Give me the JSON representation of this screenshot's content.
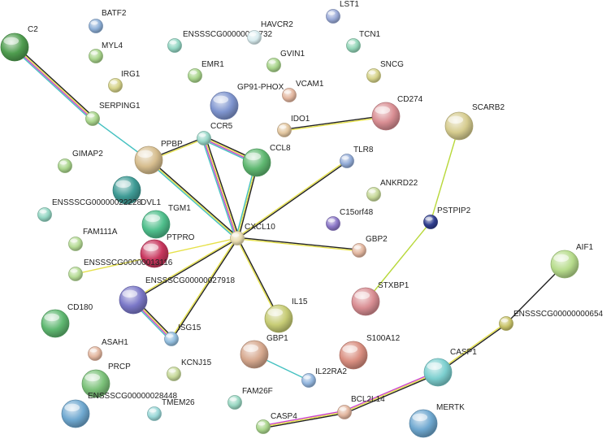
{
  "network": {
    "nodes": [
      {
        "id": "C2",
        "label": "C2",
        "color": "#4f9d4f",
        "big": true
      },
      {
        "id": "BATF2",
        "label": "BATF2",
        "color": "#8eb0d8",
        "big": false
      },
      {
        "id": "MYL4",
        "label": "MYL4",
        "color": "#a9d58c",
        "big": false
      },
      {
        "id": "IRG1",
        "label": "IRG1",
        "color": "#d6d38a",
        "big": false
      },
      {
        "id": "SERPING1",
        "label": "SERPING1",
        "color": "#a9d58c",
        "big": false
      },
      {
        "id": "ENSSSCG00000022732",
        "label": "ENSSSCG00000022732",
        "color": "#93d6c3",
        "big": false
      },
      {
        "id": "HAVCR2",
        "label": "HAVCR2",
        "color": "#d8ecef",
        "big": false
      },
      {
        "id": "LST1",
        "label": "LST1",
        "color": "#9aaad8",
        "big": false
      },
      {
        "id": "TCN1",
        "label": "TCN1",
        "color": "#93d6b8",
        "big": false
      },
      {
        "id": "EMR1",
        "label": "EMR1",
        "color": "#a9d58c",
        "big": false
      },
      {
        "id": "GVIN1",
        "label": "GVIN1",
        "color": "#a9d58c",
        "big": false
      },
      {
        "id": "SNCG",
        "label": "SNCG",
        "color": "#d6d38a",
        "big": false
      },
      {
        "id": "GP91-PHOX",
        "label": "GP91-PHOX",
        "color": "#7f95cf",
        "big": true
      },
      {
        "id": "VCAM1",
        "label": "VCAM1",
        "color": "#e3b7a0",
        "big": false
      },
      {
        "id": "CD274",
        "label": "CD274",
        "color": "#d98e93",
        "big": true
      },
      {
        "id": "IDO1",
        "label": "IDO1",
        "color": "#e3c7a0",
        "big": false
      },
      {
        "id": "SCARB2",
        "label": "SCARB2",
        "color": "#d6cc8f",
        "big": true
      },
      {
        "id": "CCR5",
        "label": "CCR5",
        "color": "#9ad8c9",
        "big": false
      },
      {
        "id": "PPBP",
        "label": "PPBP",
        "color": "#d6bd8e",
        "big": true
      },
      {
        "id": "CCL8",
        "label": "CCL8",
        "color": "#5fb871",
        "big": true
      },
      {
        "id": "GIMAP2",
        "label": "GIMAP2",
        "color": "#a9d58c",
        "big": false
      },
      {
        "id": "DVL1",
        "label": "DVL1",
        "color": "#3f9c96",
        "big": true
      },
      {
        "id": "TLR8",
        "label": "TLR8",
        "color": "#93acd8",
        "big": false
      },
      {
        "id": "ANKRD22",
        "label": "ANKRD22",
        "color": "#c7d99a",
        "big": false
      },
      {
        "id": "ENSSSCG00000022228",
        "label": "ENSSSCG00000022228",
        "color": "#93d6c3",
        "big": false
      },
      {
        "id": "TGM1",
        "label": "TGM1",
        "color": "#4fbf8c",
        "big": true
      },
      {
        "id": "C15orf48",
        "label": "C15orf48",
        "color": "#8c78c8",
        "big": false
      },
      {
        "id": "PSTPIP2",
        "label": "PSTPIP2",
        "color": "#2f3e8f",
        "big": false
      },
      {
        "id": "CXCL10",
        "label": "CXCL10",
        "color": "#e8dcb0",
        "big": false
      },
      {
        "id": "FAM111A",
        "label": "FAM111A",
        "color": "#b7dc97",
        "big": false
      },
      {
        "id": "PTPRO",
        "label": "PTPRO",
        "color": "#c8365d",
        "big": true
      },
      {
        "id": "GBP2",
        "label": "GBP2",
        "color": "#e3b7a0",
        "big": false
      },
      {
        "id": "AIF1",
        "label": "AIF1",
        "color": "#b7dc8c",
        "big": true
      },
      {
        "id": "ENSSSCG00000013116",
        "label": "ENSSSCG00000013116",
        "color": "#b7dc97",
        "big": false
      },
      {
        "id": "ENSSSCG00000027918",
        "label": "ENSSSCG00000027918",
        "color": "#7b78c8",
        "big": true
      },
      {
        "id": "STXBP1",
        "label": "STXBP1",
        "color": "#d98e93",
        "big": true
      },
      {
        "id": "CD180",
        "label": "CD180",
        "color": "#5fb871",
        "big": true
      },
      {
        "id": "IL15",
        "label": "IL15",
        "color": "#c7cc75",
        "big": true
      },
      {
        "id": "ENSSSCG00000000654",
        "label": "ENSSSCG00000000654",
        "color": "#c9c46a",
        "big": false
      },
      {
        "id": "ISG15",
        "label": "ISG15",
        "color": "#93bede",
        "big": false
      },
      {
        "id": "ASAH1",
        "label": "ASAH1",
        "color": "#e3b7a0",
        "big": false
      },
      {
        "id": "GBP1",
        "label": "GBP1",
        "color": "#d6a88e",
        "big": true
      },
      {
        "id": "S100A12",
        "label": "S100A12",
        "color": "#d98e80",
        "big": true
      },
      {
        "id": "CASP1",
        "label": "CASP1",
        "color": "#7ccfcf",
        "big": true
      },
      {
        "id": "PRCP",
        "label": "PRCP",
        "color": "#7cc27a",
        "big": true
      },
      {
        "id": "KCNJ15",
        "label": "KCNJ15",
        "color": "#c7d99a",
        "big": false
      },
      {
        "id": "IL22RA2",
        "label": "IL22RA2",
        "color": "#93b6de",
        "big": false
      },
      {
        "id": "ENSSSCG00000028448",
        "label": "ENSSSCG00000028448",
        "color": "#6fa8d0",
        "big": true
      },
      {
        "id": "TMEM26",
        "label": "TMEM26",
        "color": "#9ad8d8",
        "big": false
      },
      {
        "id": "FAM26F",
        "label": "FAM26F",
        "color": "#9ad8c3",
        "big": false
      },
      {
        "id": "BCL2L14",
        "label": "BCL2L14",
        "color": "#e3b7a0",
        "big": false
      },
      {
        "id": "MERTK",
        "label": "MERTK",
        "color": "#6fa8d0",
        "big": true
      },
      {
        "id": "CASP4",
        "label": "CASP4",
        "color": "#a9d58c",
        "big": false
      }
    ],
    "edges": [
      {
        "source": "C2",
        "target": "SERPING1",
        "colors": [
          "#222222",
          "#e6e14a",
          "#cc44cc",
          "#45c1c1"
        ]
      },
      {
        "source": "SERPING1",
        "target": "PPBP",
        "colors": [
          "#45c1c1"
        ]
      },
      {
        "source": "PPBP",
        "target": "CCR5",
        "colors": [
          "#222222",
          "#e6e14a"
        ]
      },
      {
        "source": "PPBP",
        "target": "CXCL10",
        "colors": [
          "#222222",
          "#e6e14a",
          "#45c1c1"
        ]
      },
      {
        "source": "CCR5",
        "target": "CCL8",
        "colors": [
          "#222222",
          "#e6e14a",
          "#cc44cc",
          "#45c1c1"
        ]
      },
      {
        "source": "CCR5",
        "target": "CXCL10",
        "colors": [
          "#222222",
          "#e6e14a",
          "#cc44cc",
          "#45c1c1"
        ]
      },
      {
        "source": "CCL8",
        "target": "CXCL10",
        "colors": [
          "#222222",
          "#e6e14a",
          "#45c1c1"
        ]
      },
      {
        "source": "IDO1",
        "target": "CD274",
        "colors": [
          "#222222",
          "#e6e14a"
        ]
      },
      {
        "source": "TLR8",
        "target": "CXCL10",
        "colors": [
          "#222222",
          "#e6e14a"
        ]
      },
      {
        "source": "CXCL10",
        "target": "GBP2",
        "colors": [
          "#222222",
          "#e6e14a"
        ]
      },
      {
        "source": "CXCL10",
        "target": "IL15",
        "colors": [
          "#222222",
          "#e6e14a"
        ]
      },
      {
        "source": "CXCL10",
        "target": "ISG15",
        "colors": [
          "#222222",
          "#e6e14a"
        ]
      },
      {
        "source": "CXCL10",
        "target": "ENSSSCG00000027918",
        "colors": [
          "#222222",
          "#e6e14a"
        ]
      },
      {
        "source": "CXCL10",
        "target": "ENSSSCG00000013116",
        "colors": [
          "#e6e14a"
        ]
      },
      {
        "source": "ENSSSCG00000027918",
        "target": "ISG15",
        "colors": [
          "#222222",
          "#e6e14a",
          "#cc44cc",
          "#45c1c1"
        ]
      },
      {
        "source": "SCARB2",
        "target": "PSTPIP2",
        "colors": [
          "#b8d83a"
        ]
      },
      {
        "source": "PSTPIP2",
        "target": "STXBP1",
        "colors": [
          "#b8d83a"
        ]
      },
      {
        "source": "AIF1",
        "target": "ENSSSCG00000000654",
        "colors": [
          "#222222"
        ]
      },
      {
        "source": "ENSSSCG00000000654",
        "target": "CASP1",
        "colors": [
          "#222222",
          "#e6e14a"
        ]
      },
      {
        "source": "CASP1",
        "target": "BCL2L14",
        "colors": [
          "#222222",
          "#e6e14a",
          "#cc44cc"
        ]
      },
      {
        "source": "BCL2L14",
        "target": "CASP4",
        "colors": [
          "#222222",
          "#e6e14a",
          "#cc44cc"
        ]
      },
      {
        "source": "GBP1",
        "target": "IL22RA2",
        "colors": [
          "#45c1c1"
        ]
      }
    ]
  }
}
